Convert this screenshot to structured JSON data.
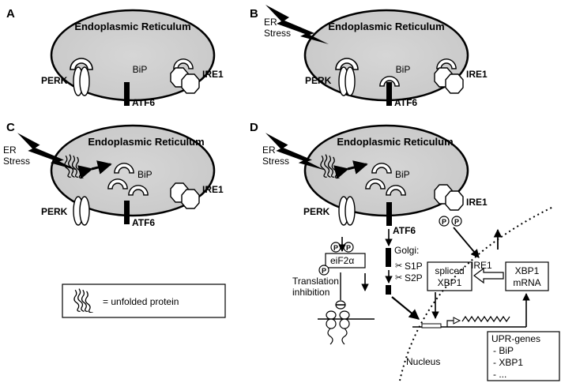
{
  "panels": {
    "a": {
      "letter": "A",
      "er_title": "Endoplasmic Reticulum",
      "bip": "BiP",
      "perk": "PERK",
      "ire1": "IRE1",
      "atf6": "ATF6"
    },
    "b": {
      "letter": "B",
      "er_title": "Endoplasmic Reticulum",
      "stress_line1": "ER",
      "stress_line2": "Stress",
      "bip": "BiP",
      "perk": "PERK",
      "ire1": "IRE1",
      "atf6": "ATF6"
    },
    "c": {
      "letter": "C",
      "er_title": "Endoplasmic Reticulum",
      "stress_line1": "ER",
      "stress_line2": "Stress",
      "bip": "BiP",
      "perk": "PERK",
      "ire1": "IRE1",
      "atf6": "ATF6"
    },
    "d": {
      "letter": "D",
      "er_title": "Endoplasmic Reticulum",
      "stress_line1": "ER",
      "stress_line2": "Stress",
      "bip": "BiP",
      "perk": "PERK",
      "ire1": "IRE1",
      "atf6": "ATF6",
      "phospho": "P",
      "eif2a": "eiF2α",
      "translation_line1": "Translation",
      "translation_line2": "inhibition",
      "golgi": "Golgi:",
      "s1p": "S1P",
      "s2p": "S2P",
      "ire1_nuclear": "IRE1",
      "spliced_line1": "spliced",
      "spliced_line2": "XBP1",
      "xbp1_line1": "XBP1",
      "xbp1_line2": "mRNA",
      "nucleus": "Nucleus",
      "upr_title": "UPR-genes",
      "upr_items": [
        "- BiP",
        "- XBP1",
        "- ..."
      ]
    }
  },
  "legend": {
    "text": "= unfolded protein"
  }
}
